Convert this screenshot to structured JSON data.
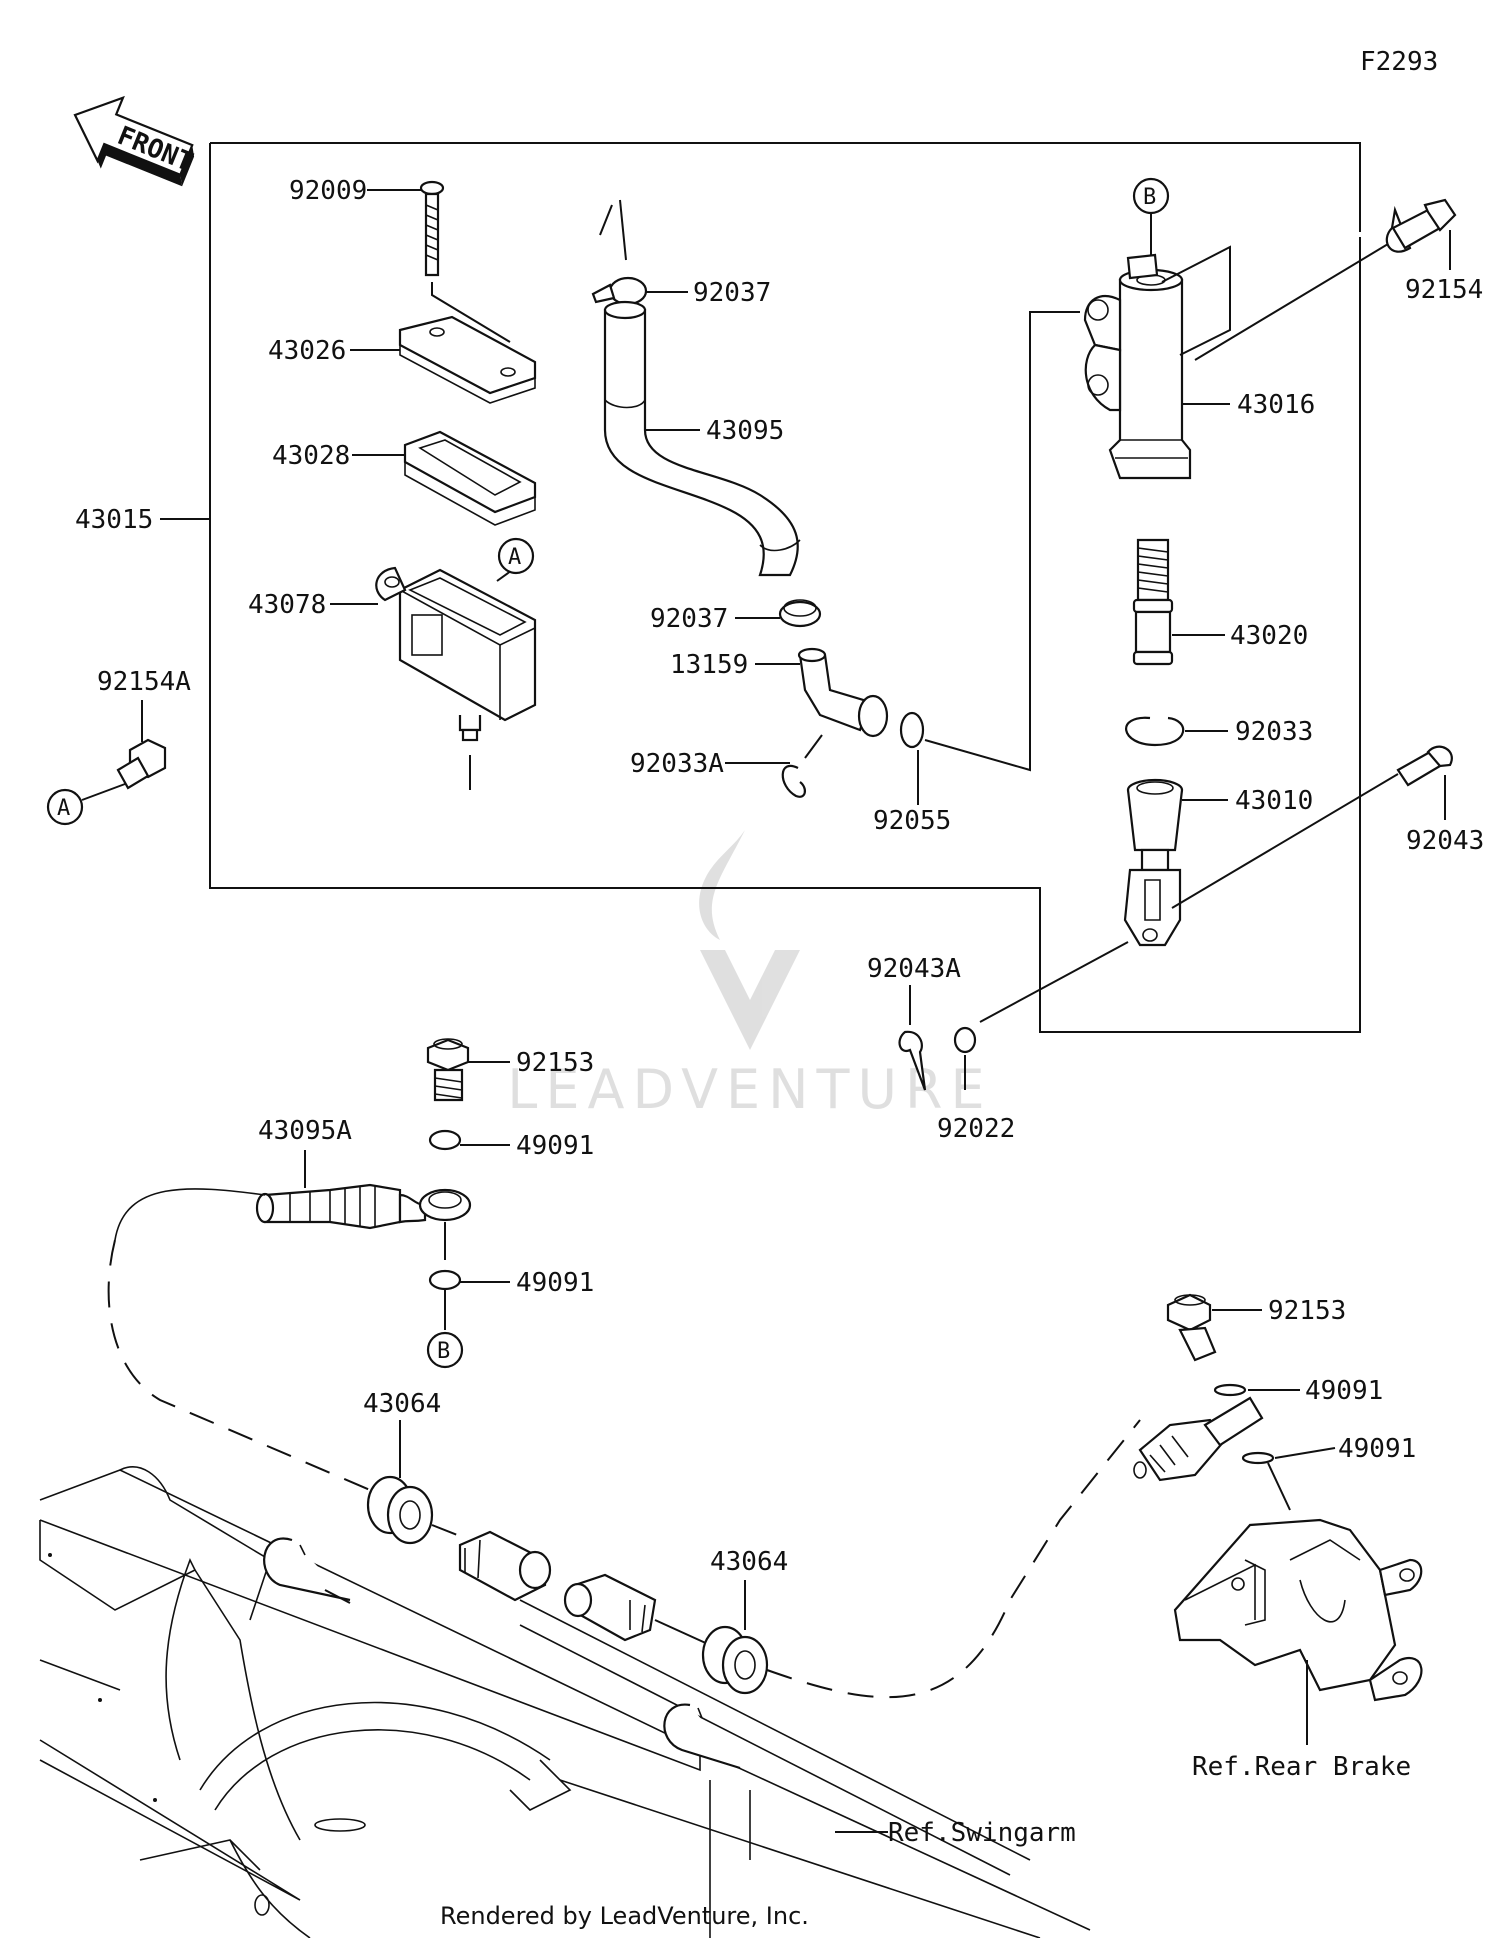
{
  "diagram_code": "F2293",
  "front_label": "FRONT",
  "parts": {
    "p92009": "92009",
    "p43026": "43026",
    "p43028": "43028",
    "p43015": "43015",
    "p43078": "43078",
    "p92154A": "92154A",
    "p92037_top": "92037",
    "p43095": "43095",
    "p92037_mid": "92037",
    "p13159": "13159",
    "p92033A": "92033A",
    "p92055": "92055",
    "p92154": "92154",
    "p43016": "43016",
    "p43020": "43020",
    "p92033": "92033",
    "p43010": "43010",
    "p92043": "92043",
    "p92043A": "92043A",
    "p92022": "92022",
    "p92153_left": "92153",
    "p49091_a": "49091",
    "p43095A": "43095A",
    "p49091_b": "49091",
    "p43064_left": "43064",
    "p43064_right": "43064",
    "p92153_right": "92153",
    "p49091_c": "49091",
    "p49091_d": "49091"
  },
  "callouts": {
    "a_left": "A",
    "a_top": "A",
    "b_top": "B",
    "b_bottom": "B"
  },
  "refs": {
    "rear_brake": "Ref.Rear Brake",
    "swingarm": "Ref.Swingarm"
  },
  "watermark": "LEADVENTURE",
  "footer": "Rendered by LeadVenture, Inc."
}
